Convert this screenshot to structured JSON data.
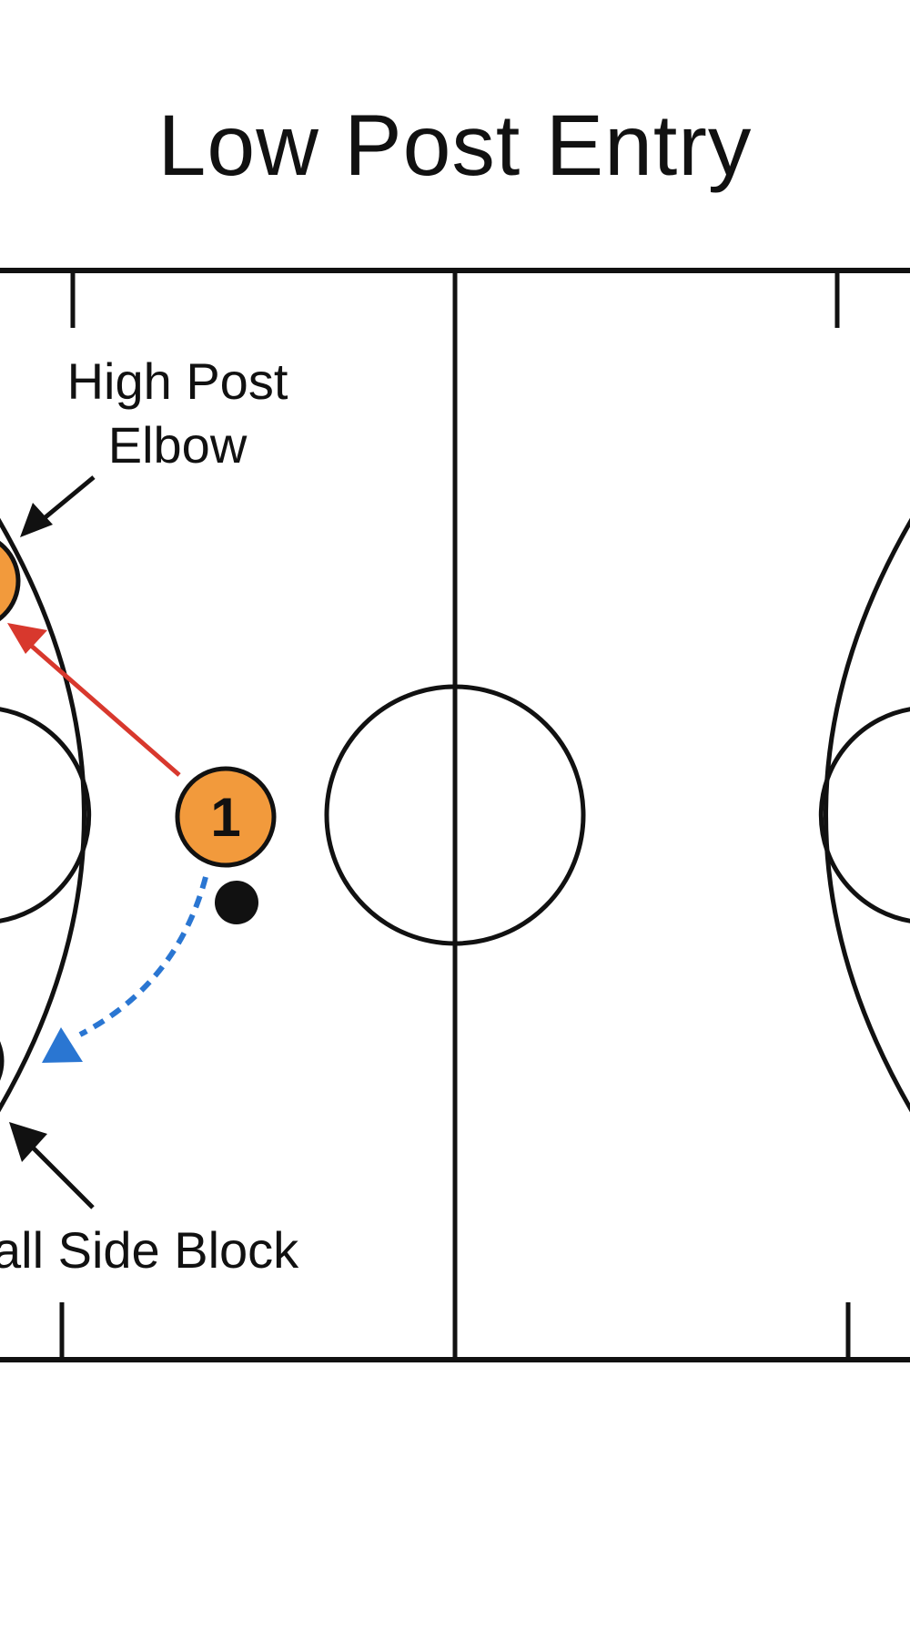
{
  "title": "Low Post Entry",
  "labels": {
    "high_post": [
      "High Post",
      "Elbow"
    ],
    "block": "all Side Block"
  },
  "player": {
    "number": "1"
  },
  "colors": {
    "player_fill": "#f29a3c",
    "pass_arrow": "#d8382d",
    "dribble_arrow": "#2a76d2",
    "lines": "#111111"
  }
}
